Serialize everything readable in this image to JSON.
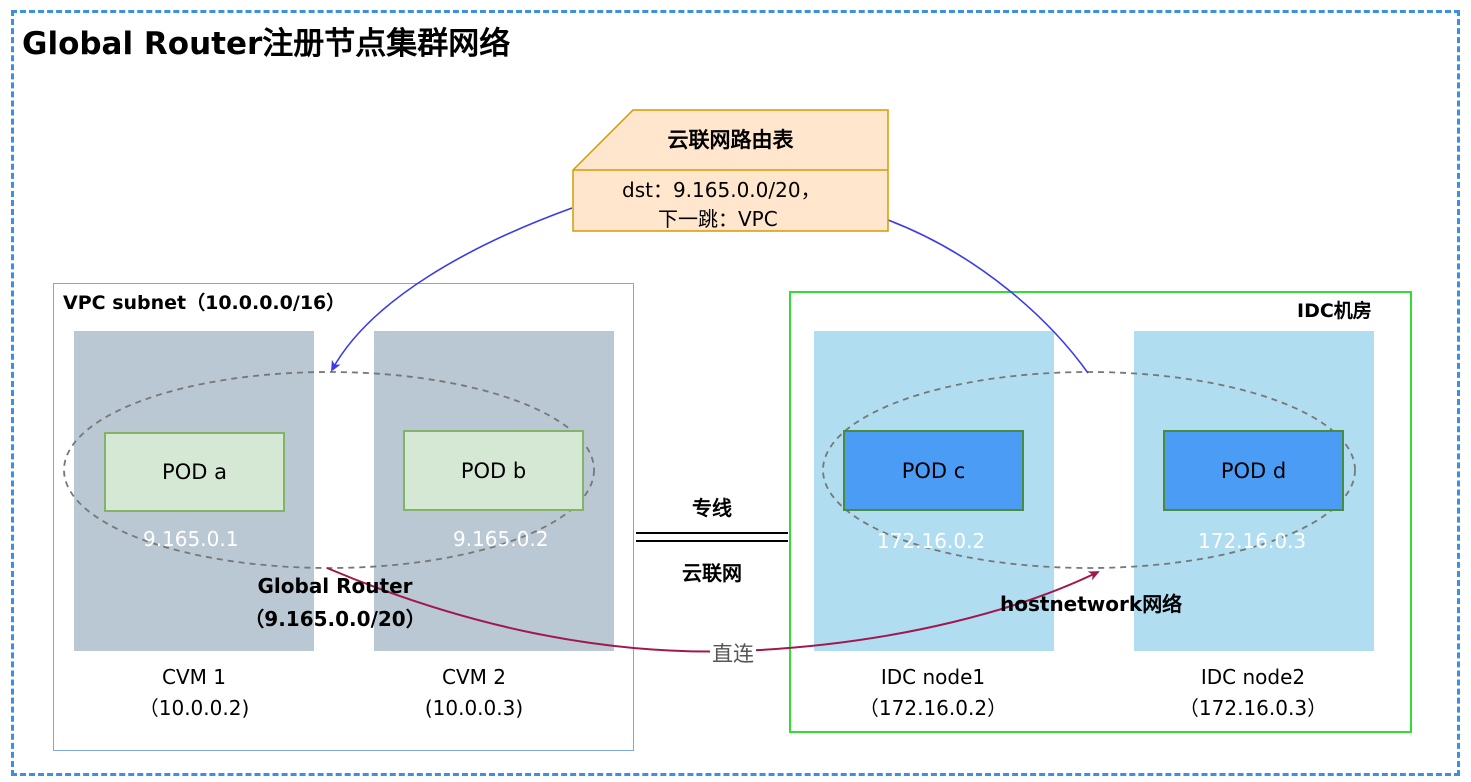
{
  "title": "Global Router注册节点集群网络",
  "route_table": {
    "header": "云联网路由表",
    "line1": "dst：9.165.0.0/20，",
    "line2": "下一跳：VPC"
  },
  "vpc": {
    "label": "VPC subnet（10.0.0.0/16）",
    "nodes": [
      {
        "name": "CVM 1",
        "ip": "（10.0.0.2)",
        "pod": "POD a",
        "pod_ip": "9.165.0.1"
      },
      {
        "name": "CVM 2",
        "ip": "(10.0.0.3)",
        "pod": "POD b",
        "pod_ip": "9.165.0.2"
      }
    ],
    "global_router_line1": "Global Router",
    "global_router_line2": "（9.165.0.0/20）"
  },
  "idc": {
    "label": "IDC机房",
    "nodes": [
      {
        "name": "IDC node1",
        "ip": "（172.16.0.2）",
        "pod": "POD c",
        "pod_ip": "172.16.0.2"
      },
      {
        "name": "IDC node2",
        "ip": "（172.16.0.3）",
        "pod": "POD d",
        "pod_ip": "172.16.0.3"
      }
    ],
    "hostnetwork": "hostnetwork网络"
  },
  "link": {
    "top": "专线",
    "bottom": "云联网",
    "direct": "直连"
  },
  "colors": {
    "outer_border": "#3d8fe0",
    "vpc_border": "#7ea6e0",
    "idc_border": "#33dd33",
    "cvm_fill": "#bac8d3",
    "idc_node_fill": "#b1ddf0",
    "pod_green": "#d5e8d4",
    "pod_blue": "#4a9cf5",
    "route_table_fill": "#ffe6cc",
    "route_table_border": "#d79b00",
    "blue_arrow": "#3b3be8",
    "red_arrow": "#a0184e"
  }
}
